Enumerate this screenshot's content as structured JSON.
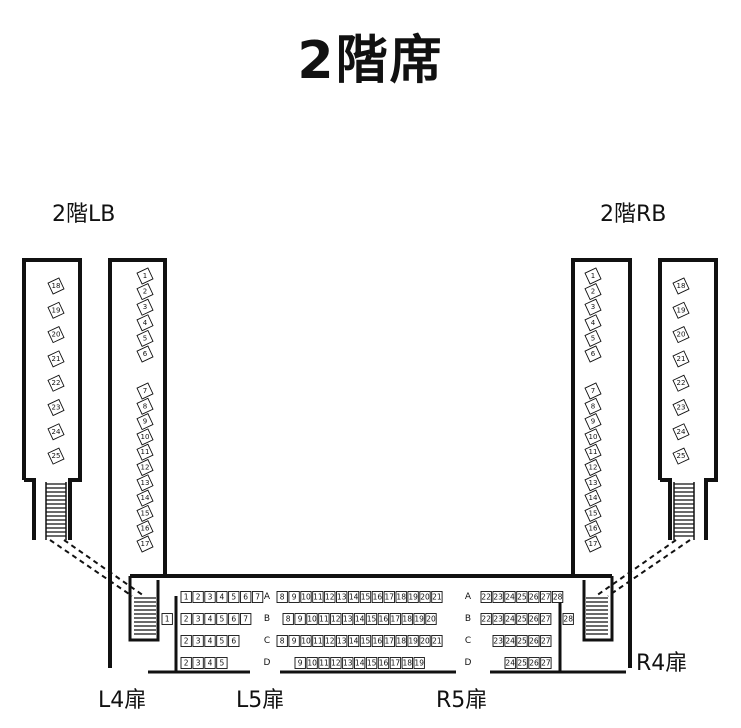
{
  "title": "2階席",
  "labels": {
    "lb": "2階LB",
    "rb": "2階RB",
    "l4": "L4扉",
    "l5": "L5扉",
    "r5": "R5扉",
    "r4": "R4扉"
  },
  "colors": {
    "ink": "#111111",
    "background": "#ffffff"
  },
  "boxes": {
    "outer": [
      "18",
      "19",
      "20",
      "21",
      "22",
      "23",
      "24",
      "25"
    ],
    "inner_top": [
      "1",
      "2",
      "3",
      "4",
      "5",
      "6"
    ],
    "inner_bottom": [
      "7",
      "8",
      "9",
      "10",
      "11",
      "12",
      "13",
      "14",
      "15",
      "16",
      "17"
    ]
  },
  "floor": {
    "row_labels": [
      "A",
      "B",
      "C",
      "D"
    ],
    "left_block": [
      [
        "1",
        "2",
        "3",
        "4",
        "5",
        "6",
        "7"
      ],
      [
        "2",
        "3",
        "4",
        "5",
        "6",
        "7"
      ],
      [
        "2",
        "3",
        "4",
        "5",
        "6"
      ],
      [
        "2",
        "3",
        "4",
        "5"
      ]
    ],
    "b_left_extra": "1",
    "center_block": [
      [
        "8",
        "9",
        "10",
        "11",
        "12",
        "13",
        "14",
        "15",
        "16",
        "17",
        "18",
        "19",
        "20",
        "21"
      ],
      [
        "8",
        "9",
        "10",
        "11",
        "12",
        "13",
        "14",
        "15",
        "16",
        "17",
        "18",
        "19",
        "20"
      ],
      [
        "8",
        "9",
        "10",
        "11",
        "12",
        "13",
        "14",
        "15",
        "16",
        "17",
        "18",
        "19",
        "20",
        "21"
      ],
      [
        "9",
        "10",
        "11",
        "12",
        "13",
        "14",
        "15",
        "16",
        "17",
        "18",
        "19"
      ]
    ],
    "right_block": [
      [
        "22",
        "23",
        "24",
        "25",
        "26",
        "27",
        "28"
      ],
      [
        "22",
        "23",
        "24",
        "25",
        "26",
        "27"
      ],
      [
        "23",
        "24",
        "25",
        "26",
        "27"
      ],
      [
        "24",
        "25",
        "26",
        "27"
      ]
    ],
    "b_right_extra": "28"
  }
}
